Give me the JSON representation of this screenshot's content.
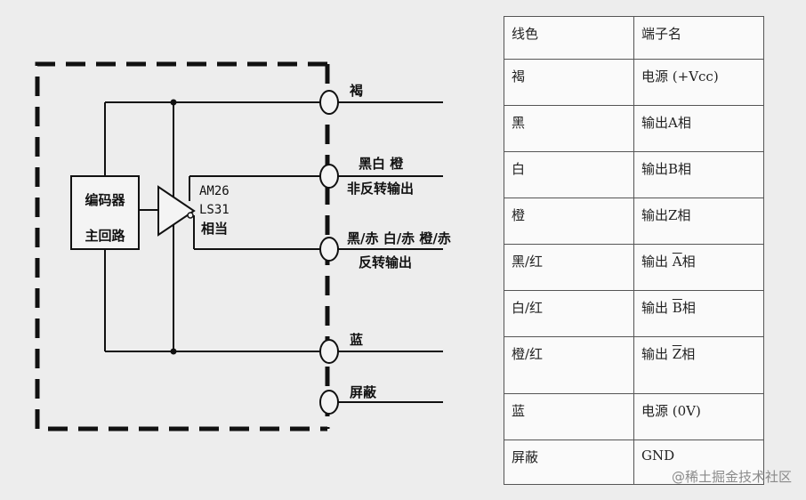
{
  "circuit": {
    "encoder_line1": "编码器",
    "encoder_line2": "主回路",
    "driver_line1": "AM26",
    "driver_line2": "LS31",
    "driver_line3": "相当",
    "terminals": {
      "brown": "褐",
      "noninv_line1": "黑白 橙",
      "noninv_line2": "非反转输出",
      "inv_line1": "黑/赤 白/赤 橙/赤",
      "inv_line2": "反转输出",
      "blue": "蓝",
      "shield": "屏蔽"
    }
  },
  "table": {
    "header": {
      "col1": "线色",
      "col2": "端子名"
    },
    "rows": [
      {
        "color": "褐",
        "terminal": "电源 (+Vcc)"
      },
      {
        "color": "黑",
        "terminal": "输出A相"
      },
      {
        "color": "白",
        "terminal": "输出B相"
      },
      {
        "color": "橙",
        "terminal": "输出Z相"
      },
      {
        "color": "黑/红",
        "terminal_prefix": "输出",
        "terminal_bar": "A",
        "terminal_suffix": "相"
      },
      {
        "color": "白/红",
        "terminal_prefix": "输出",
        "terminal_bar": "B",
        "terminal_suffix": "相"
      },
      {
        "color": "橙/红",
        "terminal_prefix": "输出",
        "terminal_bar": "Z",
        "terminal_suffix": "相"
      },
      {
        "color": "蓝",
        "terminal": "电源 (0V)"
      },
      {
        "color": "屏蔽",
        "terminal": "GND"
      }
    ]
  },
  "watermark": "@稀土掘金技术社区"
}
